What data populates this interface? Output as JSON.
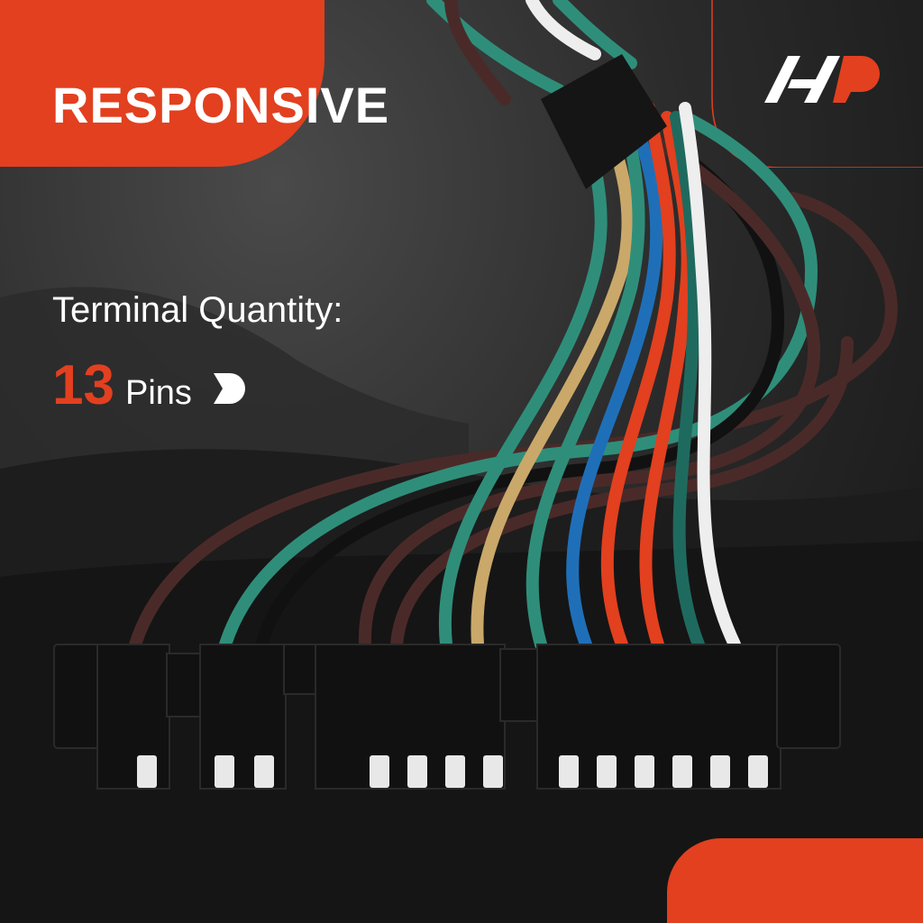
{
  "banner": {
    "title": "RESPONSIVE"
  },
  "spec": {
    "label": "Terminal Quantity:",
    "value": "13",
    "unit": "Pins"
  },
  "brand": {
    "logo_icon": "a-premium-logo-icon",
    "accent_color": "#e2401f"
  },
  "product": {
    "name": "wire-harness-connector-icon",
    "terminal_count": 13
  }
}
